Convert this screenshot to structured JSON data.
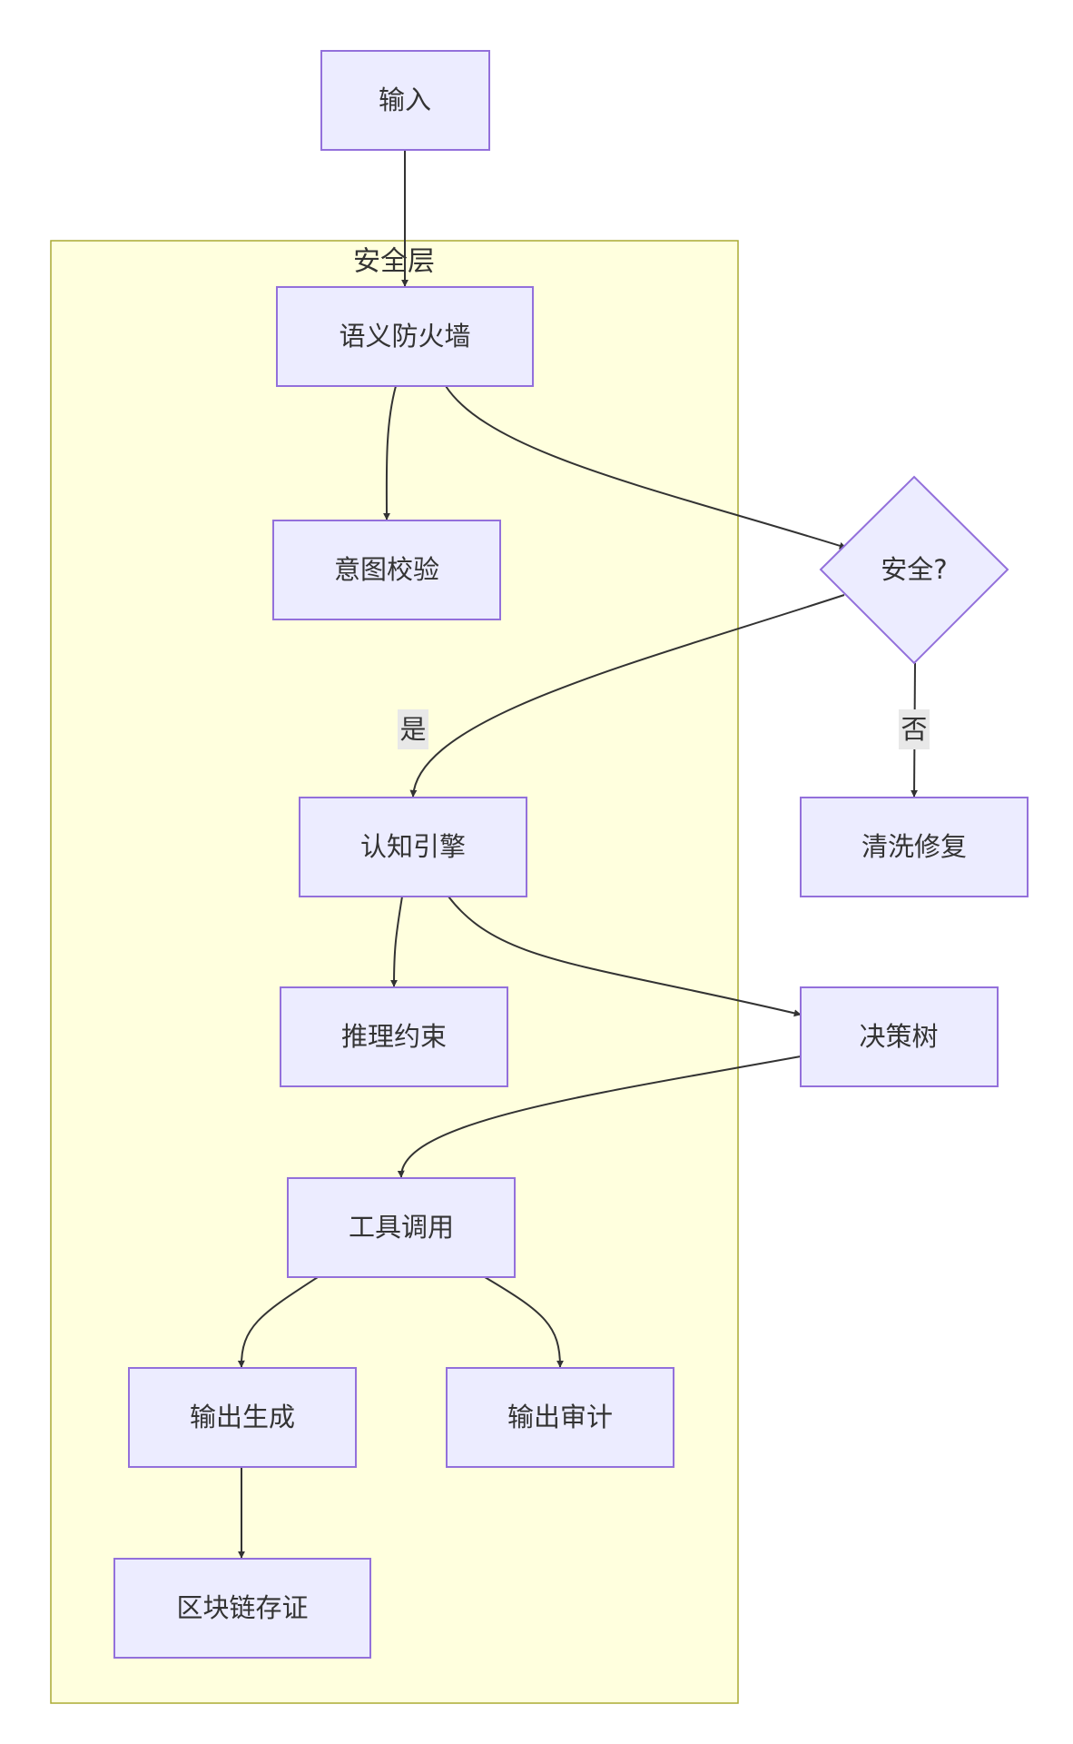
{
  "cluster": {
    "title": "安全层"
  },
  "nodes": {
    "input": "输入",
    "firewall": "语义防火墙",
    "intent": "意图校验",
    "decision": "安全?",
    "cognitive": "认知引擎",
    "sanitize": "清洗修复",
    "constraint": "推理约束",
    "tree": "决策树",
    "tool": "工具调用",
    "output_gen": "输出生成",
    "output_audit": "输出审计",
    "blockchain": "区块链存证"
  },
  "edge_labels": {
    "yes": "是",
    "no": "否"
  },
  "colors": {
    "node_fill": "#ececff",
    "node_stroke": "#9370db",
    "cluster_fill": "#ffffde",
    "cluster_stroke": "#aaaa33",
    "edge": "#333333"
  }
}
